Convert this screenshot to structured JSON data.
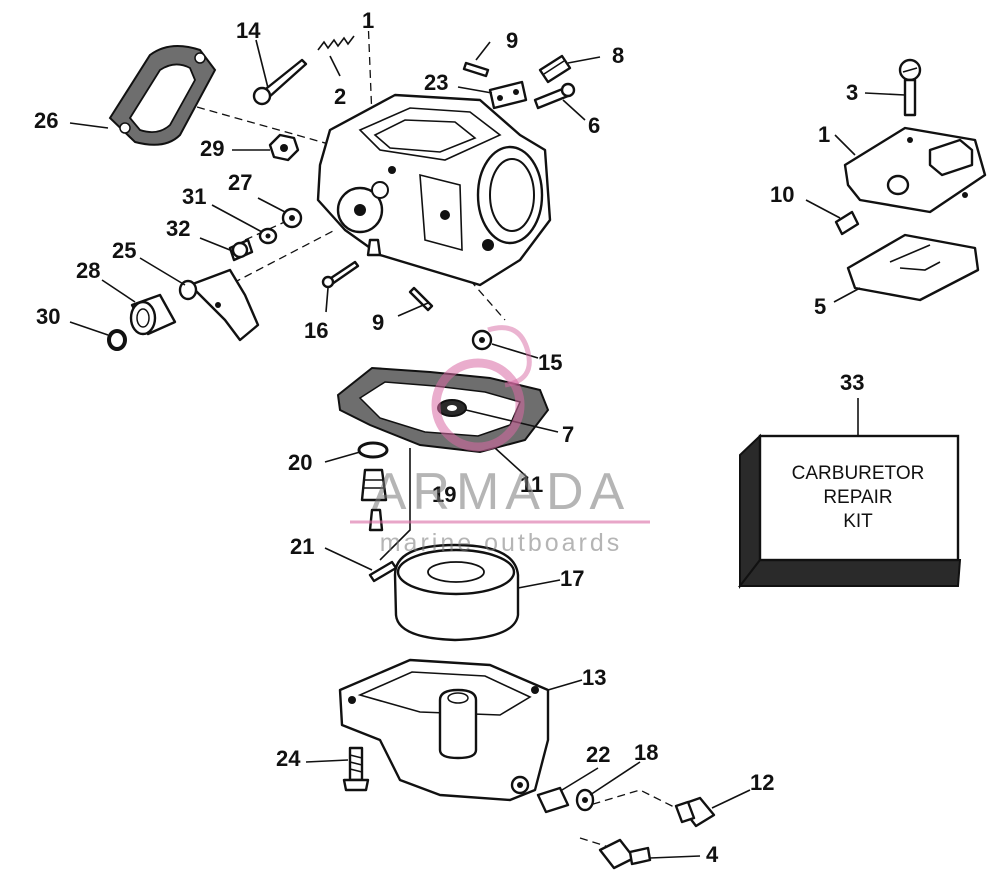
{
  "diagram": {
    "callouts": [
      {
        "key": "c1a",
        "label": "1"
      },
      {
        "key": "c1b",
        "label": "1"
      },
      {
        "key": "c2",
        "label": "2"
      },
      {
        "key": "c3",
        "label": "3"
      },
      {
        "key": "c4",
        "label": "4"
      },
      {
        "key": "c5",
        "label": "5"
      },
      {
        "key": "c6",
        "label": "6"
      },
      {
        "key": "c7",
        "label": "7"
      },
      {
        "key": "c8",
        "label": "8"
      },
      {
        "key": "c9a",
        "label": "9"
      },
      {
        "key": "c9b",
        "label": "9"
      },
      {
        "key": "c10",
        "label": "10"
      },
      {
        "key": "c11",
        "label": "11"
      },
      {
        "key": "c12",
        "label": "12"
      },
      {
        "key": "c13",
        "label": "13"
      },
      {
        "key": "c14",
        "label": "14"
      },
      {
        "key": "c15",
        "label": "15"
      },
      {
        "key": "c16",
        "label": "16"
      },
      {
        "key": "c17",
        "label": "17"
      },
      {
        "key": "c18",
        "label": "18"
      },
      {
        "key": "c19",
        "label": "19"
      },
      {
        "key": "c20",
        "label": "20"
      },
      {
        "key": "c21",
        "label": "21"
      },
      {
        "key": "c22",
        "label": "22"
      },
      {
        "key": "c23",
        "label": "23"
      },
      {
        "key": "c24",
        "label": "24"
      },
      {
        "key": "c25",
        "label": "25"
      },
      {
        "key": "c26",
        "label": "26"
      },
      {
        "key": "c27",
        "label": "27"
      },
      {
        "key": "c28",
        "label": "28"
      },
      {
        "key": "c29",
        "label": "29"
      },
      {
        "key": "c30",
        "label": "30"
      },
      {
        "key": "c31",
        "label": "31"
      },
      {
        "key": "c32",
        "label": "32"
      },
      {
        "key": "c33",
        "label": "33"
      }
    ],
    "kit_box": {
      "line1": "CARBURETOR",
      "line2": "REPAIR",
      "line3": "KIT"
    },
    "watermark": {
      "title": "ARMADA",
      "subtitle": "marine outboards",
      "accent_color": "#d86aa4",
      "text_color": "#888888"
    },
    "colors": {
      "ink": "#111111",
      "paper": "#ffffff"
    }
  }
}
